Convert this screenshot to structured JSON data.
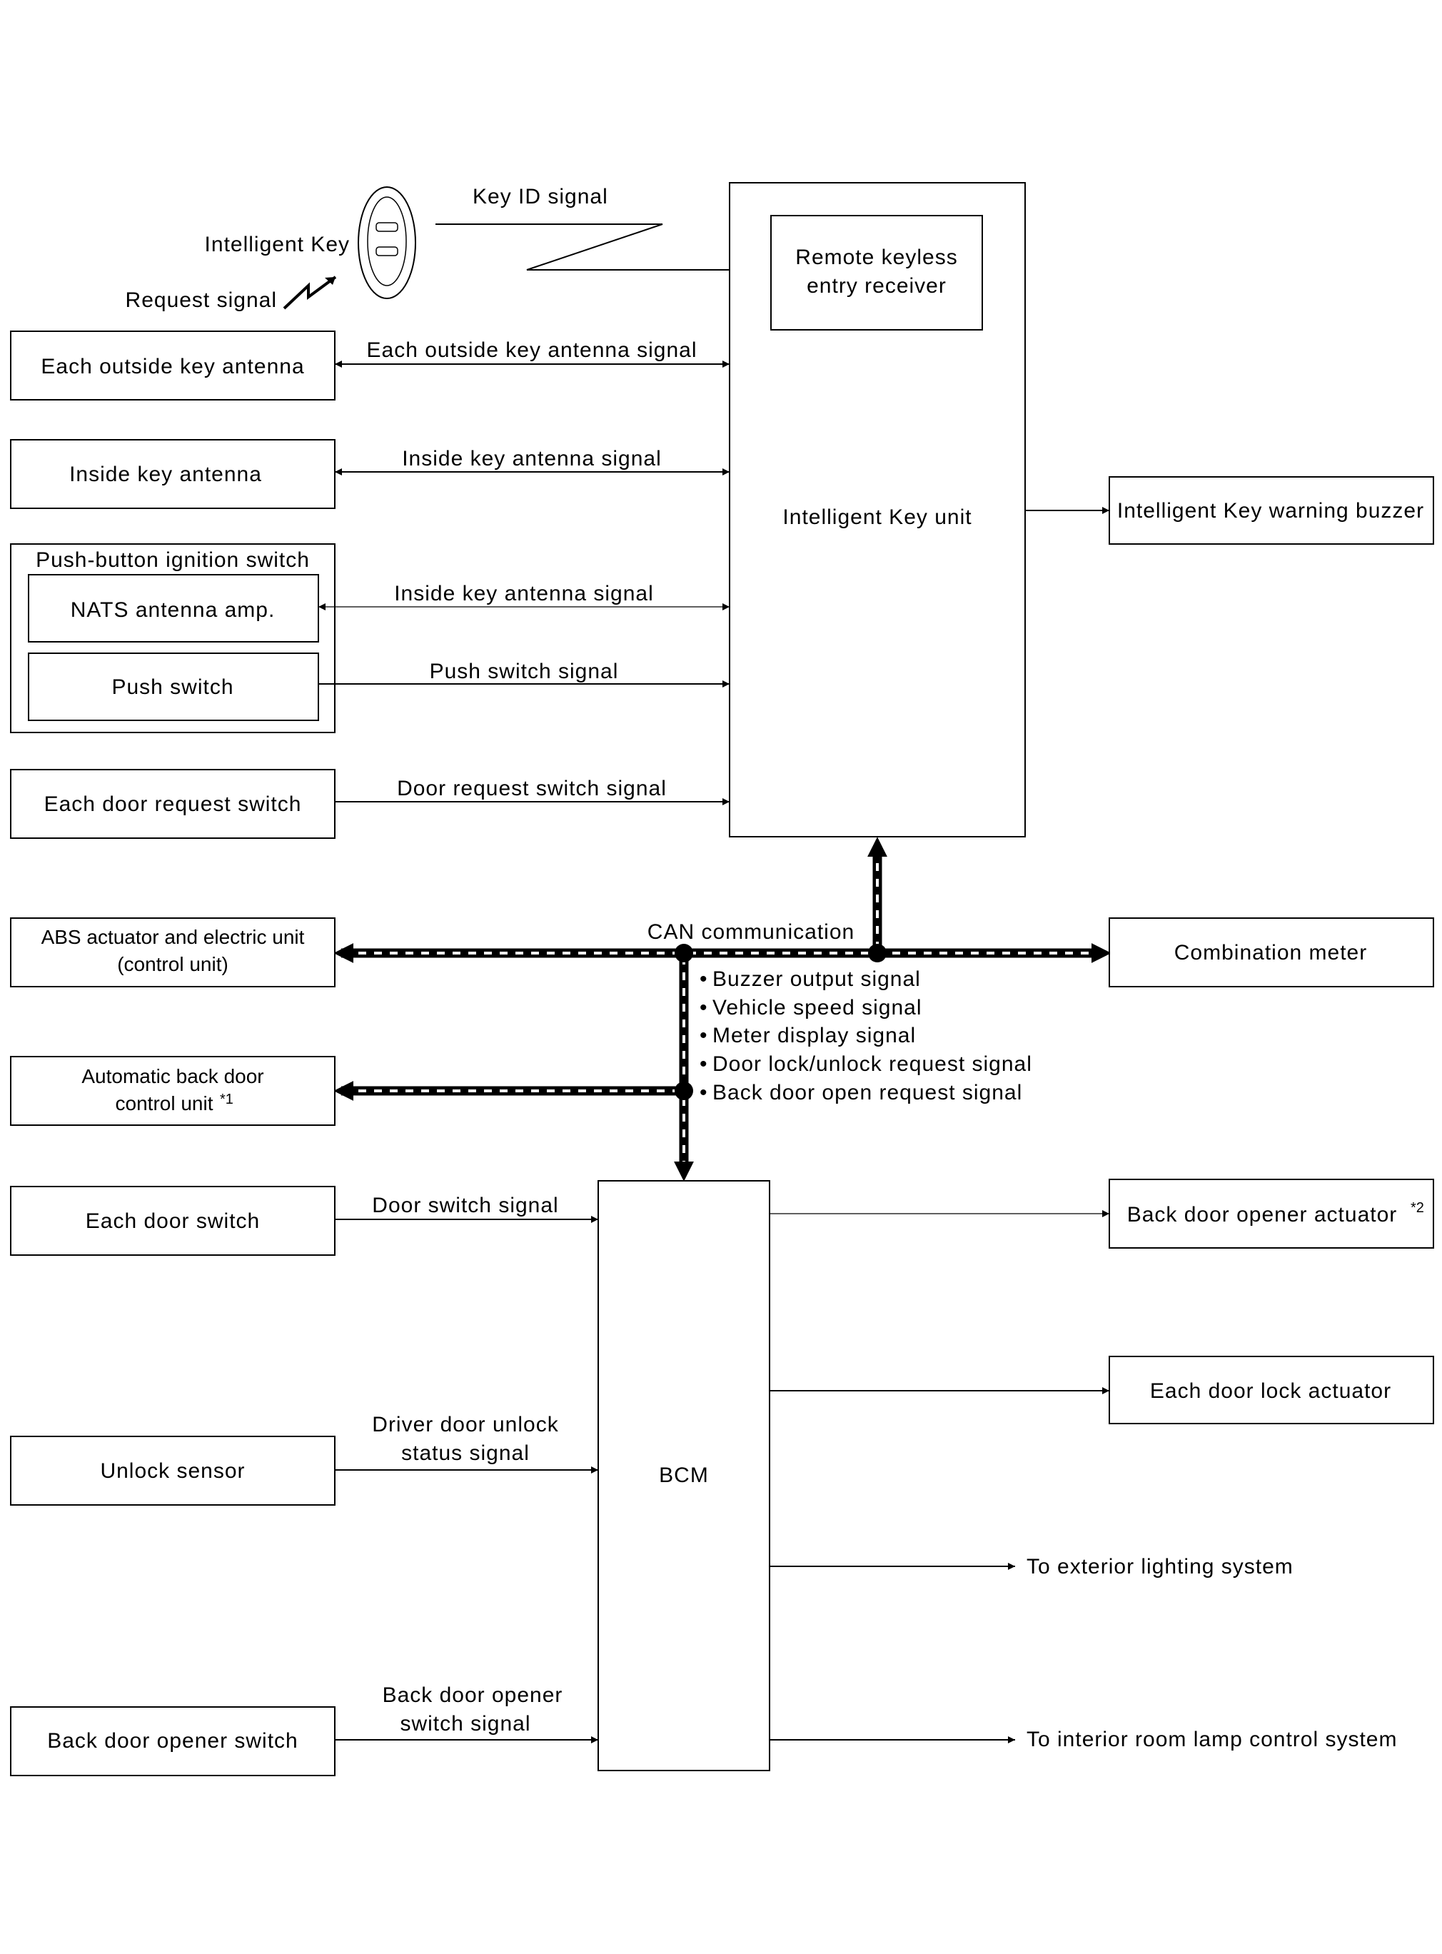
{
  "intelligent_key": {
    "label": "Intelligent Key",
    "request_signal": "Request signal",
    "key_id_signal": "Key ID signal"
  },
  "boxes": {
    "remote_keyless": {
      "line1": "Remote keyless",
      "line2": "entry receiver"
    },
    "intelligent_key_unit": "Intelligent Key unit",
    "outside_antenna": "Each outside key antenna",
    "inside_antenna": "Inside key antenna",
    "push_button_ignition": "Push-button ignition switch",
    "nats_antenna": "NATS antenna amp.",
    "push_switch": "Push switch",
    "door_request_switch": "Each door request switch",
    "buzzer": "Intelligent Key warning buzzer",
    "abs": {
      "line1": "ABS actuator and electric unit",
      "line2": "(control unit)"
    },
    "combination_meter": "Combination meter",
    "auto_back_door": {
      "line1": "Automatic back door",
      "line2": "control unit",
      "note": "*1"
    },
    "each_door_switch": "Each door switch",
    "bcm": "BCM",
    "back_door_actuator": {
      "label": "Back door opener actuator",
      "note": "*2"
    },
    "door_lock_actuator": "Each door lock actuator",
    "unlock_sensor": "Unlock sensor",
    "back_door_opener_switch": "Back door opener switch"
  },
  "signals": {
    "outside_antenna": "Each outside key antenna signal",
    "inside_antenna": "Inside key antenna signal",
    "nats_antenna": "Inside key antenna signal",
    "push_switch": "Push switch signal",
    "door_request": "Door request switch signal",
    "door_switch": "Door switch signal",
    "driver_unlock": {
      "line1": "Driver door unlock",
      "line2": "status signal"
    },
    "back_door_opener": {
      "line1": "Back door opener",
      "line2": "switch signal"
    },
    "exterior_lighting": "To exterior lighting system",
    "interior_lamp": "To interior room lamp control system"
  },
  "can": {
    "label": "CAN communication",
    "bullet": "•",
    "signals": [
      "Buzzer output signal",
      "Vehicle speed signal",
      "Meter display signal",
      "Door lock/unlock request signal",
      "Back door open request signal"
    ]
  },
  "icons": [
    "intelligent-key-fob-icon",
    "wireless-signal-icon"
  ]
}
